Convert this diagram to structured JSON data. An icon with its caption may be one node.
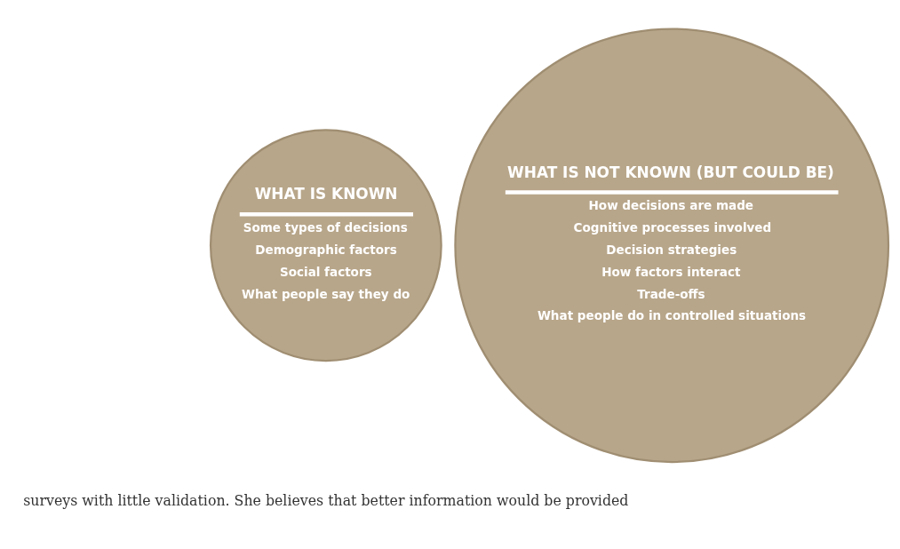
{
  "diagram": {
    "nodes": [
      {
        "text": [
          "WHAT IS KNOWN",
          "Some types of decisions",
          "Demographic factors",
          "Social factors",
          "What people say they do"
        ]
      },
      {
        "text": [
          "WHAT IS NOT KNOWN (BUT COULD BE)",
          "How decisions are made",
          "Cognitive processes involved",
          "Decision strategies",
          "How factors interact",
          "Trade-offs",
          "What people do in controlled situations"
        ]
      }
    ],
    "edges": [],
    "labels": [
      "surveys with little validation. She believes that better information would be provided"
    ]
  }
}
